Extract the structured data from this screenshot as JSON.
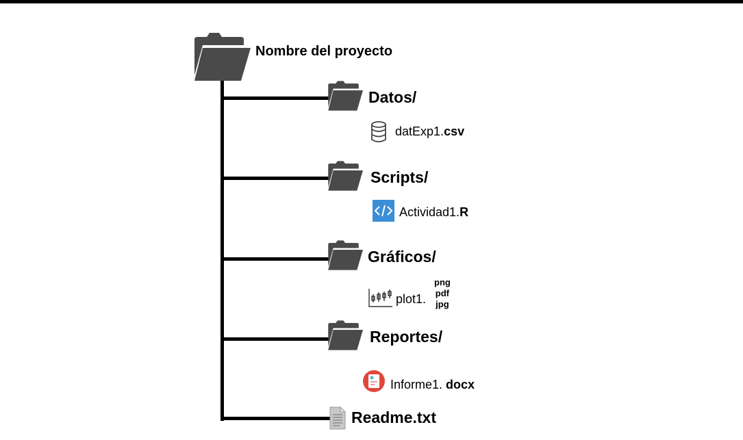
{
  "root": {
    "label": "Nombre del proyecto",
    "icon": "folder-icon"
  },
  "folders": [
    {
      "label": "Datos/",
      "icon": "folder-icon",
      "file": {
        "name": "datExp1.",
        "ext": "csv",
        "icon": "database-icon"
      }
    },
    {
      "label": "Scripts/",
      "icon": "folder-icon",
      "file": {
        "name": "Actividad1.",
        "ext": "R",
        "icon": "code-icon"
      }
    },
    {
      "label": "Gráficos/",
      "icon": "folder-icon",
      "file": {
        "name": "plot1.",
        "exts": [
          "png",
          "pdf",
          "jpg"
        ],
        "icon": "candlestick-chart-icon"
      }
    },
    {
      "label": "Reportes/",
      "icon": "folder-icon",
      "file": {
        "name": "Informe1. ",
        "ext": "docx",
        "icon": "report-icon"
      }
    }
  ],
  "readme": {
    "label": "Readme.txt",
    "icon": "text-file-icon"
  },
  "colors": {
    "folder": "#4a4a4a",
    "code_icon_bg": "#3a8fd6",
    "report_icon": "#e0463c"
  }
}
